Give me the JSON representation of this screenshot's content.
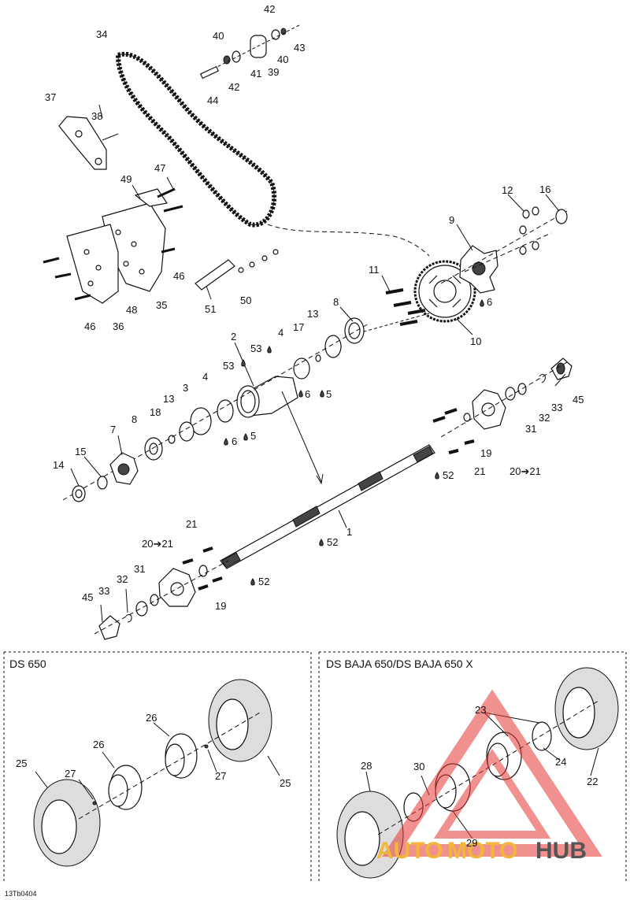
{
  "diagram": {
    "drawing_code": "13Tb0404",
    "sections": [
      {
        "id": "ds650",
        "title": "DS 650"
      },
      {
        "id": "baja",
        "title": "DS BAJA 650/DS BAJA 650 X"
      }
    ],
    "callouts": [
      {
        "key": "c42",
        "text": "42"
      },
      {
        "key": "c43",
        "text": "43"
      },
      {
        "key": "c40a",
        "text": "40"
      },
      {
        "key": "c40b",
        "text": "40"
      },
      {
        "key": "c41",
        "text": "41"
      },
      {
        "key": "c39",
        "text": "39"
      },
      {
        "key": "c42b",
        "text": "42"
      },
      {
        "key": "c44",
        "text": "44"
      },
      {
        "key": "c34",
        "text": "34"
      },
      {
        "key": "c37",
        "text": "37"
      },
      {
        "key": "c38",
        "text": "38"
      },
      {
        "key": "c47",
        "text": "47"
      },
      {
        "key": "c49",
        "text": "49"
      },
      {
        "key": "c46a",
        "text": "46"
      },
      {
        "key": "c46b",
        "text": "46"
      },
      {
        "key": "c48",
        "text": "48"
      },
      {
        "key": "c35",
        "text": "35"
      },
      {
        "key": "c36",
        "text": "36"
      },
      {
        "key": "c51",
        "text": "51"
      },
      {
        "key": "c50",
        "text": "50"
      },
      {
        "key": "c12",
        "text": "12"
      },
      {
        "key": "c16",
        "text": "16"
      },
      {
        "key": "c9",
        "text": "9"
      },
      {
        "key": "c11",
        "text": "11"
      },
      {
        "key": "c8a",
        "text": "8"
      },
      {
        "key": "c13a",
        "text": "13"
      },
      {
        "key": "c17",
        "text": "17"
      },
      {
        "key": "c4a",
        "text": "4"
      },
      {
        "key": "c10",
        "text": "10"
      },
      {
        "key": "c2",
        "text": "2"
      },
      {
        "key": "c53a",
        "text": "53"
      },
      {
        "key": "c53b",
        "text": "53"
      },
      {
        "key": "c6a",
        "text": "6"
      },
      {
        "key": "c5a",
        "text": "5"
      },
      {
        "key": "c6b",
        "text": "6"
      },
      {
        "key": "c45a",
        "text": "45"
      },
      {
        "key": "c33a",
        "text": "33"
      },
      {
        "key": "c32a",
        "text": "32"
      },
      {
        "key": "c31a",
        "text": "31"
      },
      {
        "key": "c3",
        "text": "3"
      },
      {
        "key": "c4b",
        "text": "4"
      },
      {
        "key": "c13b",
        "text": "13"
      },
      {
        "key": "c18",
        "text": "18"
      },
      {
        "key": "c8b",
        "text": "8"
      },
      {
        "key": "c7",
        "text": "7"
      },
      {
        "key": "c6c",
        "text": "6"
      },
      {
        "key": "c5b",
        "text": "5"
      },
      {
        "key": "c19a",
        "text": "19"
      },
      {
        "key": "c21a",
        "text": "21"
      },
      {
        "key": "c2021a",
        "text": "20➔21"
      },
      {
        "key": "c52a",
        "text": "52"
      },
      {
        "key": "c14",
        "text": "14"
      },
      {
        "key": "c15",
        "text": "15"
      },
      {
        "key": "c1",
        "text": "1"
      },
      {
        "key": "c52b",
        "text": "52"
      },
      {
        "key": "c21b",
        "text": "21"
      },
      {
        "key": "c2021b",
        "text": "20➔21"
      },
      {
        "key": "c52c",
        "text": "52"
      },
      {
        "key": "c32b",
        "text": "32"
      },
      {
        "key": "c31b",
        "text": "31"
      },
      {
        "key": "c33b",
        "text": "33"
      },
      {
        "key": "c45b",
        "text": "45"
      },
      {
        "key": "c19b",
        "text": "19"
      },
      {
        "key": "c26a",
        "text": "26"
      },
      {
        "key": "c26b",
        "text": "26"
      },
      {
        "key": "c25a",
        "text": "25"
      },
      {
        "key": "c25b",
        "text": "25"
      },
      {
        "key": "c27a",
        "text": "27"
      },
      {
        "key": "c27b",
        "text": "27"
      },
      {
        "key": "c23",
        "text": "23"
      },
      {
        "key": "c24",
        "text": "24"
      },
      {
        "key": "c22",
        "text": "22"
      },
      {
        "key": "c28",
        "text": "28"
      },
      {
        "key": "c30",
        "text": "30"
      },
      {
        "key": "c29",
        "text": "29"
      }
    ],
    "drop_symbol": "💧",
    "watermark": {
      "part1": "AUTO",
      "part2": "MOTO",
      "part3": "HUB",
      "accent": "#e53935",
      "brand": "#f2b63a"
    }
  }
}
